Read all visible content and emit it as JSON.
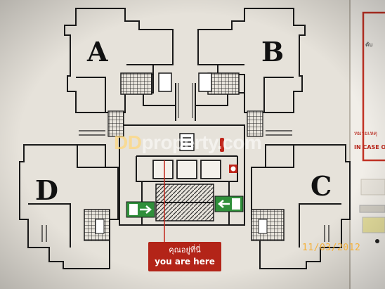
{
  "floor_plan": {
    "units": [
      "A",
      "B",
      "C",
      "D"
    ],
    "you_are_here": {
      "thai": "คุณอยู่ที่นี่",
      "english": "you are here"
    },
    "legend": {
      "thai_heading": "หมายเหตุ",
      "english_heading": "IN CASE OF",
      "corner_label": "ดับ"
    },
    "photo_date": "11/03/2012"
  },
  "watermark": {
    "brand_part1": "DD",
    "brand_part2": "property.com"
  },
  "colors": {
    "exit_sign_green": "#2f8f3a",
    "marker_red": "#b32418",
    "date_stamp": "#f5b13a"
  }
}
